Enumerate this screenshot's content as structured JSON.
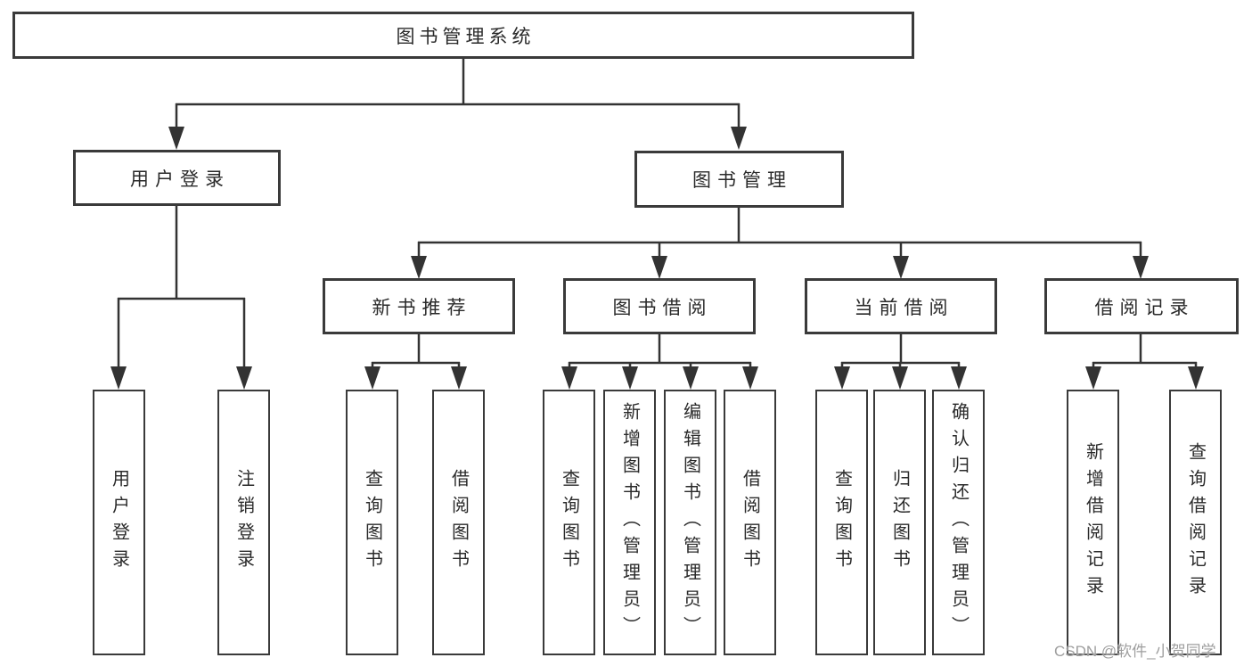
{
  "tree": {
    "root": {
      "label": "图书管理系统"
    },
    "branches": [
      {
        "label": "用户登录",
        "children": [
          {
            "label": "用户登录"
          },
          {
            "label": "注销登录"
          }
        ]
      },
      {
        "label": "图书管理",
        "children": [
          {
            "label": "新书推荐",
            "children": [
              {
                "label": "查询图书"
              },
              {
                "label": "借阅图书"
              }
            ]
          },
          {
            "label": "图书借阅",
            "children": [
              {
                "label": "查询图书"
              },
              {
                "label": "新增图书（管理员）"
              },
              {
                "label": "编辑图书（管理员）"
              },
              {
                "label": "借阅图书"
              }
            ]
          },
          {
            "label": "当前借阅",
            "children": [
              {
                "label": "查询图书"
              },
              {
                "label": "归还图书"
              },
              {
                "label": "确认归还（管理员）"
              }
            ]
          },
          {
            "label": "借阅记录",
            "children": [
              {
                "label": "新增借阅记录"
              },
              {
                "label": "查询借阅记录"
              }
            ]
          }
        ]
      }
    ]
  },
  "watermark": {
    "text": "CSDN @软件_小贺同学"
  },
  "colors": {
    "background": "#ffffff",
    "line": "#333333",
    "box_border": "#3a3a3a",
    "text": "#2a2a2a",
    "watermark": "#9e9e9e"
  }
}
